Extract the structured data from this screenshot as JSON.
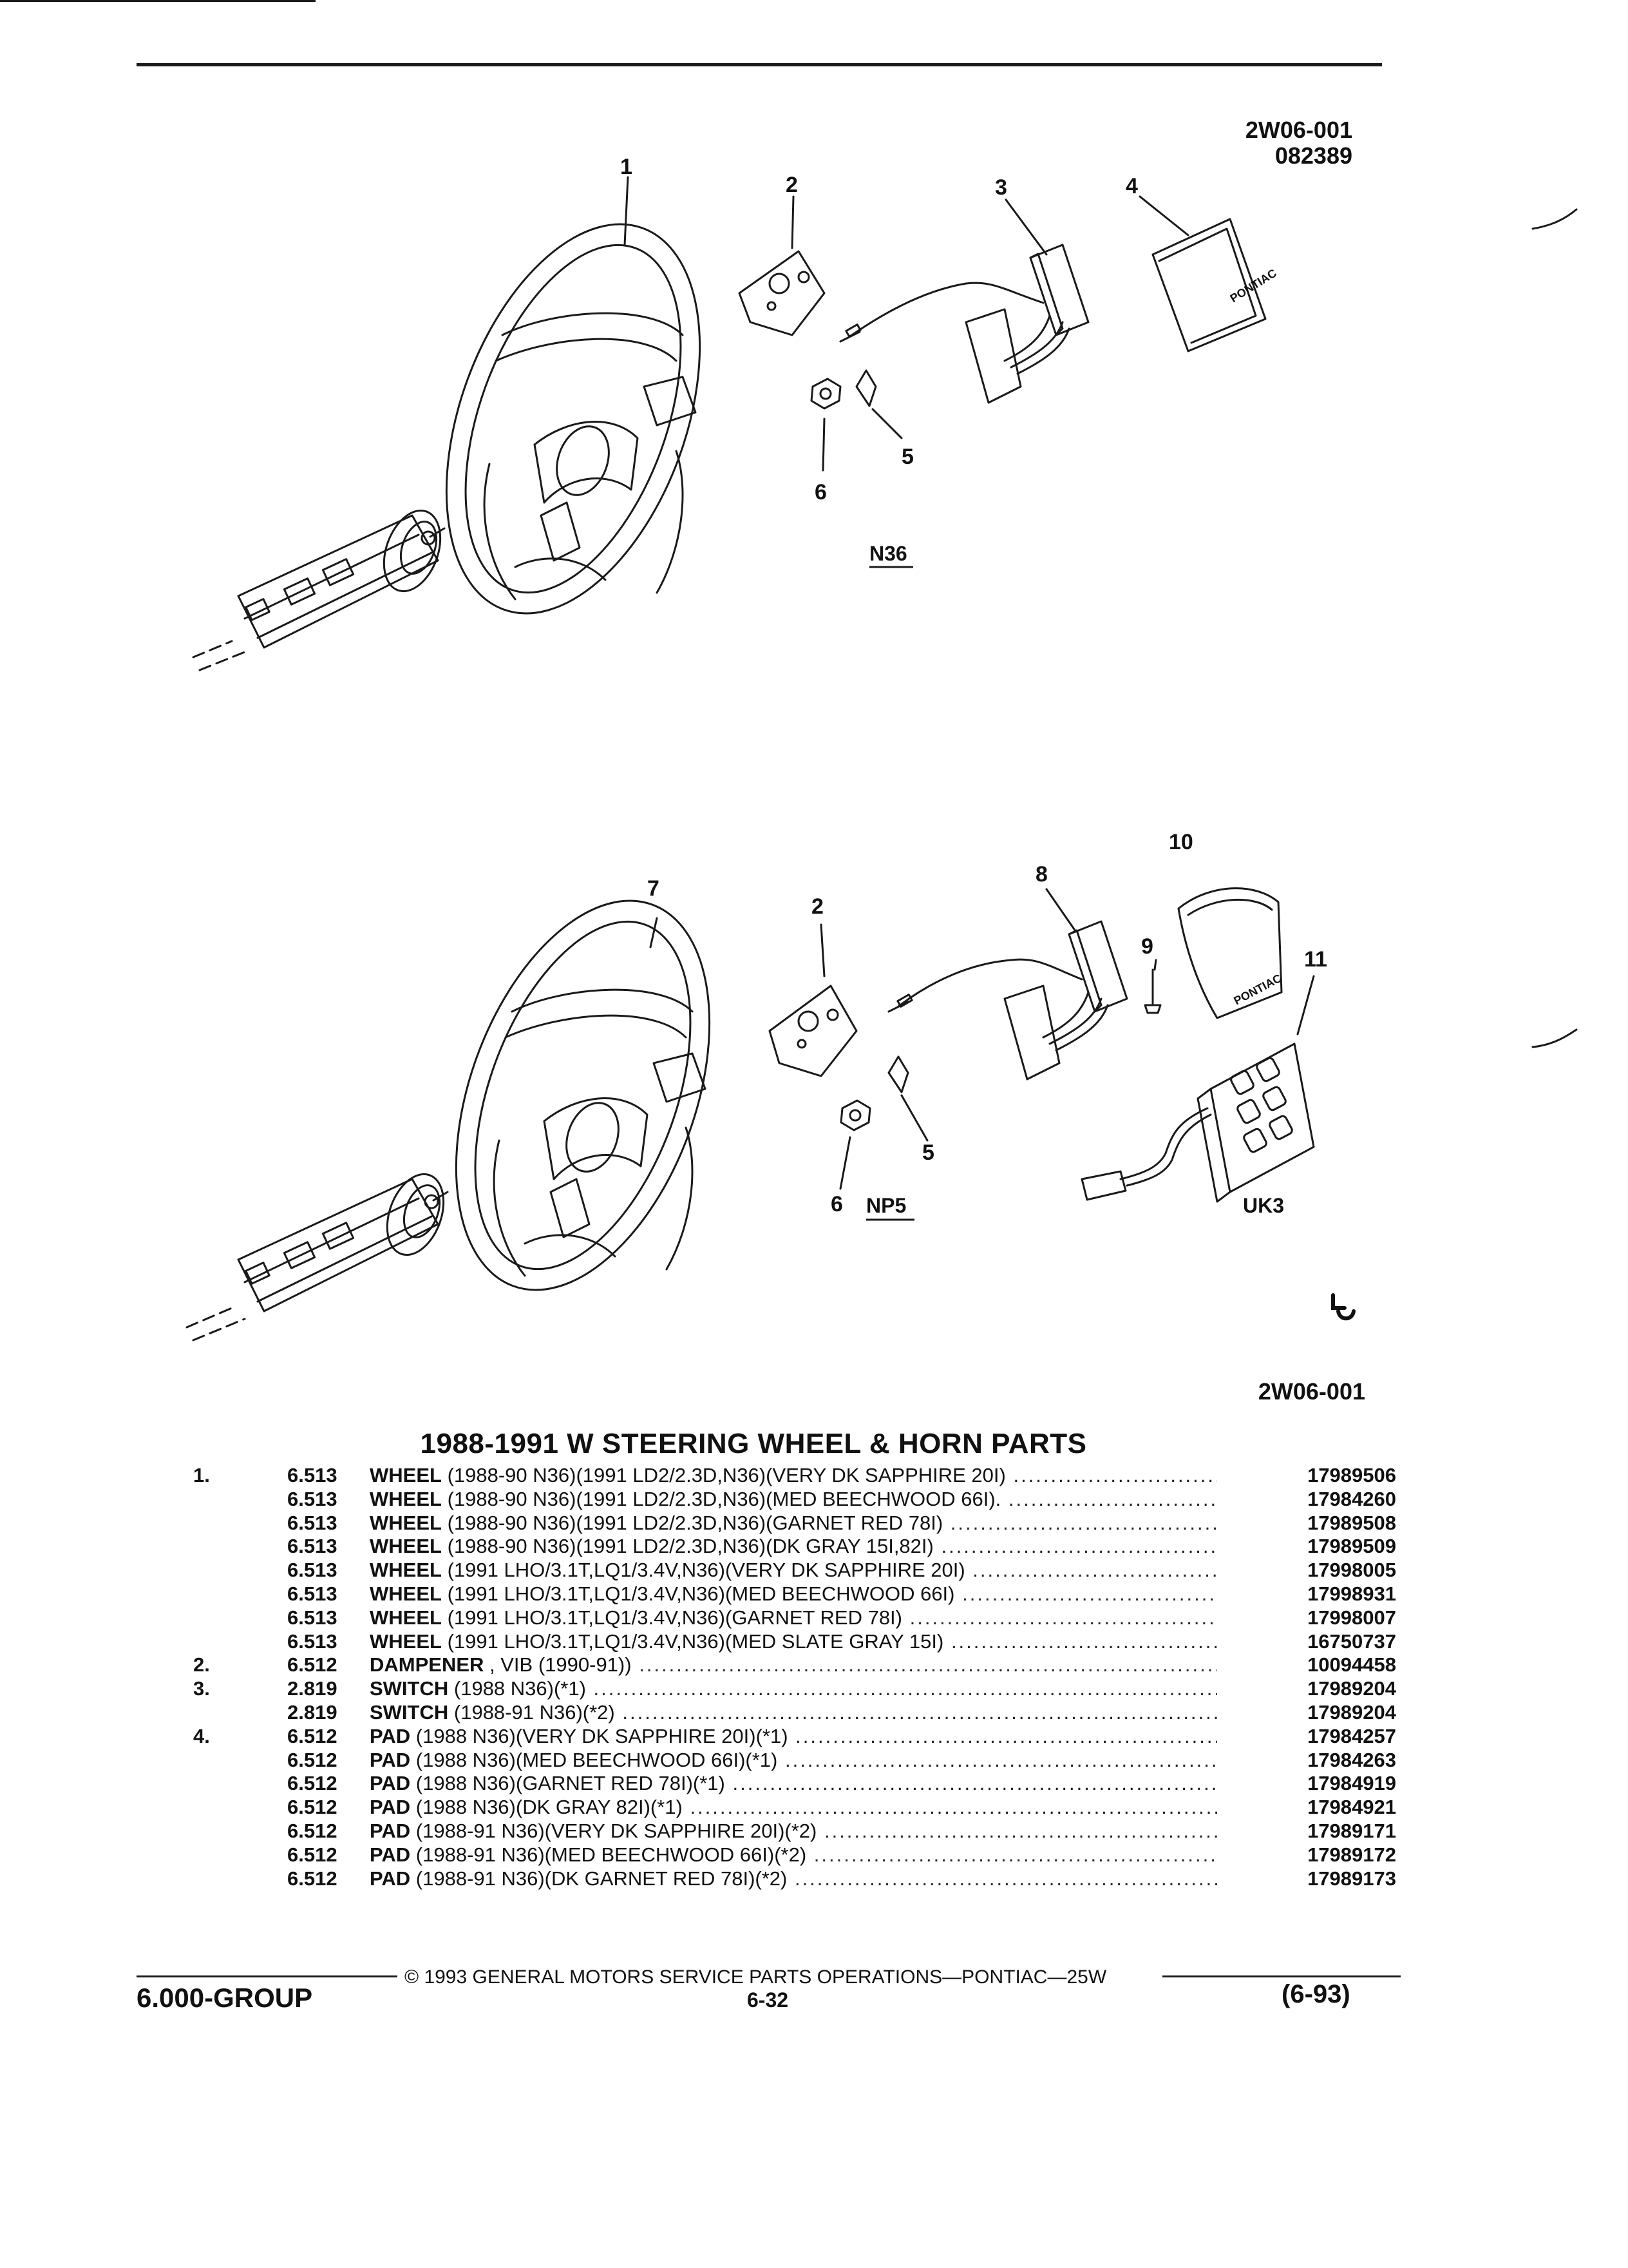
{
  "drawing": {
    "id_top": "2W06-001",
    "date_top": "082389",
    "id_bottom": "2W06-001"
  },
  "diagram": {
    "top": {
      "callouts": [
        "1",
        "2",
        "3",
        "4",
        "5",
        "6"
      ],
      "option_code": "N36",
      "pad_logo": "PONTIAC"
    },
    "bottom": {
      "callouts": [
        "7",
        "2",
        "8",
        "9",
        "10",
        "11",
        "6",
        "5"
      ],
      "option_code": "NP5",
      "module_code": "UK3",
      "pad_logo": "PONTIAC"
    }
  },
  "parts_title": "1988-1991 W STEERING WHEEL & HORN PARTS",
  "parts": [
    {
      "item": "1.",
      "group": "6.513",
      "name": "WHEEL",
      "desc": "(1988-90 N36)(1991 LD2/2.3D,N36)(VERY DK SAPPHIRE 20I)",
      "part_no": "17989506"
    },
    {
      "item": "",
      "group": "6.513",
      "name": "WHEEL",
      "desc": "(1988-90 N36)(1991 LD2/2.3D,N36)(MED BEECHWOOD 66I).",
      "part_no": "17984260"
    },
    {
      "item": "",
      "group": "6.513",
      "name": "WHEEL",
      "desc": "(1988-90 N36)(1991 LD2/2.3D,N36)(GARNET RED 78I)",
      "part_no": "17989508"
    },
    {
      "item": "",
      "group": "6.513",
      "name": "WHEEL",
      "desc": "(1988-90 N36)(1991 LD2/2.3D,N36)(DK GRAY 15I,82I)",
      "part_no": "17989509"
    },
    {
      "item": "",
      "group": "6.513",
      "name": "WHEEL",
      "desc": "(1991 LHO/3.1T,LQ1/3.4V,N36)(VERY DK SAPPHIRE 20I)",
      "part_no": "17998005"
    },
    {
      "item": "",
      "group": "6.513",
      "name": "WHEEL",
      "desc": "(1991 LHO/3.1T,LQ1/3.4V,N36)(MED BEECHWOOD 66I)",
      "part_no": "17998931"
    },
    {
      "item": "",
      "group": "6.513",
      "name": "WHEEL",
      "desc": "(1991 LHO/3.1T,LQ1/3.4V,N36)(GARNET RED 78I)",
      "part_no": "17998007"
    },
    {
      "item": "",
      "group": "6.513",
      "name": "WHEEL",
      "desc": "(1991 LHO/3.1T,LQ1/3.4V,N36)(MED SLATE GRAY 15I)",
      "part_no": "16750737"
    },
    {
      "item": "2.",
      "group": "6.512",
      "name": "DAMPENER",
      "desc": ", VIB (1990-91))",
      "part_no": "10094458"
    },
    {
      "item": "3.",
      "group": "2.819",
      "name": "SWITCH",
      "desc": "(1988 N36)(*1)",
      "part_no": "17989204"
    },
    {
      "item": "",
      "group": "2.819",
      "name": "SWITCH",
      "desc": "(1988-91 N36)(*2)",
      "part_no": "17989204"
    },
    {
      "item": "4.",
      "group": "6.512",
      "name": "PAD",
      "desc": "(1988 N36)(VERY DK SAPPHIRE 20I)(*1)",
      "part_no": "17984257"
    },
    {
      "item": "",
      "group": "6.512",
      "name": "PAD",
      "desc": "(1988 N36)(MED BEECHWOOD 66I)(*1)",
      "part_no": "17984263"
    },
    {
      "item": "",
      "group": "6.512",
      "name": "PAD",
      "desc": "(1988 N36)(GARNET RED 78I)(*1)",
      "part_no": "17984919"
    },
    {
      "item": "",
      "group": "6.512",
      "name": "PAD",
      "desc": "(1988 N36)(DK GRAY 82I)(*1)",
      "part_no": "17984921"
    },
    {
      "item": "",
      "group": "6.512",
      "name": "PAD",
      "desc": "(1988-91 N36)(VERY DK SAPPHIRE 20I)(*2)",
      "part_no": "17989171"
    },
    {
      "item": "",
      "group": "6.512",
      "name": "PAD",
      "desc": "(1988-91 N36)(MED BEECHWOOD 66I)(*2)",
      "part_no": "17989172"
    },
    {
      "item": "",
      "group": "6.512",
      "name": "PAD",
      "desc": "(1988-91 N36)(DK GARNET RED 78I)(*2)",
      "part_no": "17989173"
    }
  ],
  "footer": {
    "copyright": "© 1993 GENERAL MOTORS SERVICE PARTS OPERATIONS—PONTIAC—25W",
    "group": "6.000-GROUP",
    "page": "6-32",
    "date_code": "(6-93)"
  }
}
